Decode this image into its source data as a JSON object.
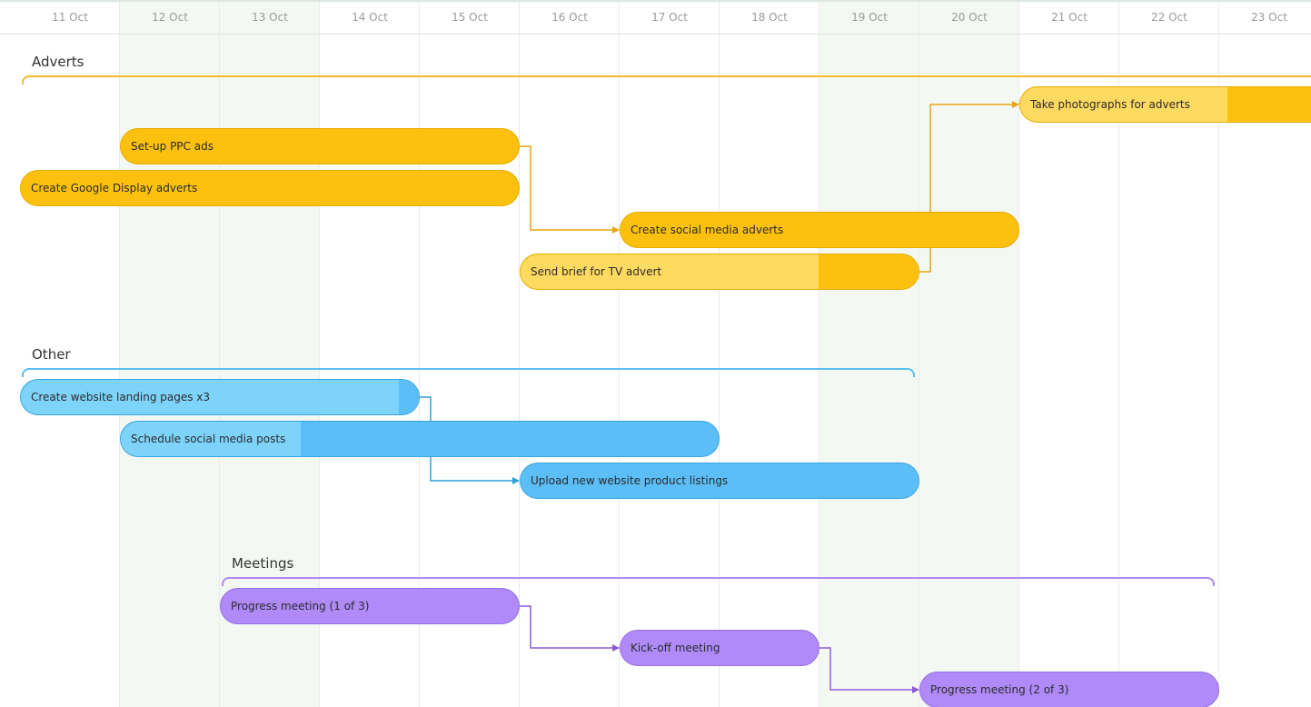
{
  "timeline": {
    "days": [
      "11 Oct",
      "12 Oct",
      "13 Oct",
      "14 Oct",
      "15 Oct",
      "16 Oct",
      "17 Oct",
      "18 Oct",
      "19 Oct",
      "20 Oct",
      "21 Oct",
      "22 Oct",
      "23 Oct"
    ],
    "weekend_days": [
      "12 Oct",
      "13 Oct",
      "19 Oct",
      "20 Oct"
    ]
  },
  "colors": {
    "adverts": "#fcc10f",
    "adverts_light": "#ffda60",
    "adverts_line": "#e8a413",
    "other": "#5bbef7",
    "other_light": "#7ed3fb",
    "other_line": "#2e9fd8",
    "meetings": "#b08af9",
    "meetings_line": "#8e5ad6",
    "weekend": "#f4f8f3"
  },
  "groups": {
    "adverts": {
      "label": "Adverts",
      "tasks": {
        "setup_ppc": {
          "label": "Set-up PPC ads"
        },
        "google_display": {
          "label": "Create Google Display adverts"
        },
        "social_adverts": {
          "label": "Create social media adverts"
        },
        "tv_brief": {
          "label": "Send brief for TV advert"
        },
        "photographs": {
          "label": "Take photographs for adverts"
        }
      }
    },
    "other": {
      "label": "Other",
      "tasks": {
        "landing_pages": {
          "label": "Create website landing pages x3"
        },
        "schedule_posts": {
          "label": "Schedule social media posts"
        },
        "product_listings": {
          "label": "Upload new website product listings"
        }
      }
    },
    "meetings": {
      "label": "Meetings",
      "tasks": {
        "progress_1": {
          "label": "Progress meeting (1 of 3)"
        },
        "kickoff": {
          "label": "Kick-off meeting"
        },
        "progress_2": {
          "label": "Progress meeting (2 of 3)"
        }
      }
    }
  }
}
